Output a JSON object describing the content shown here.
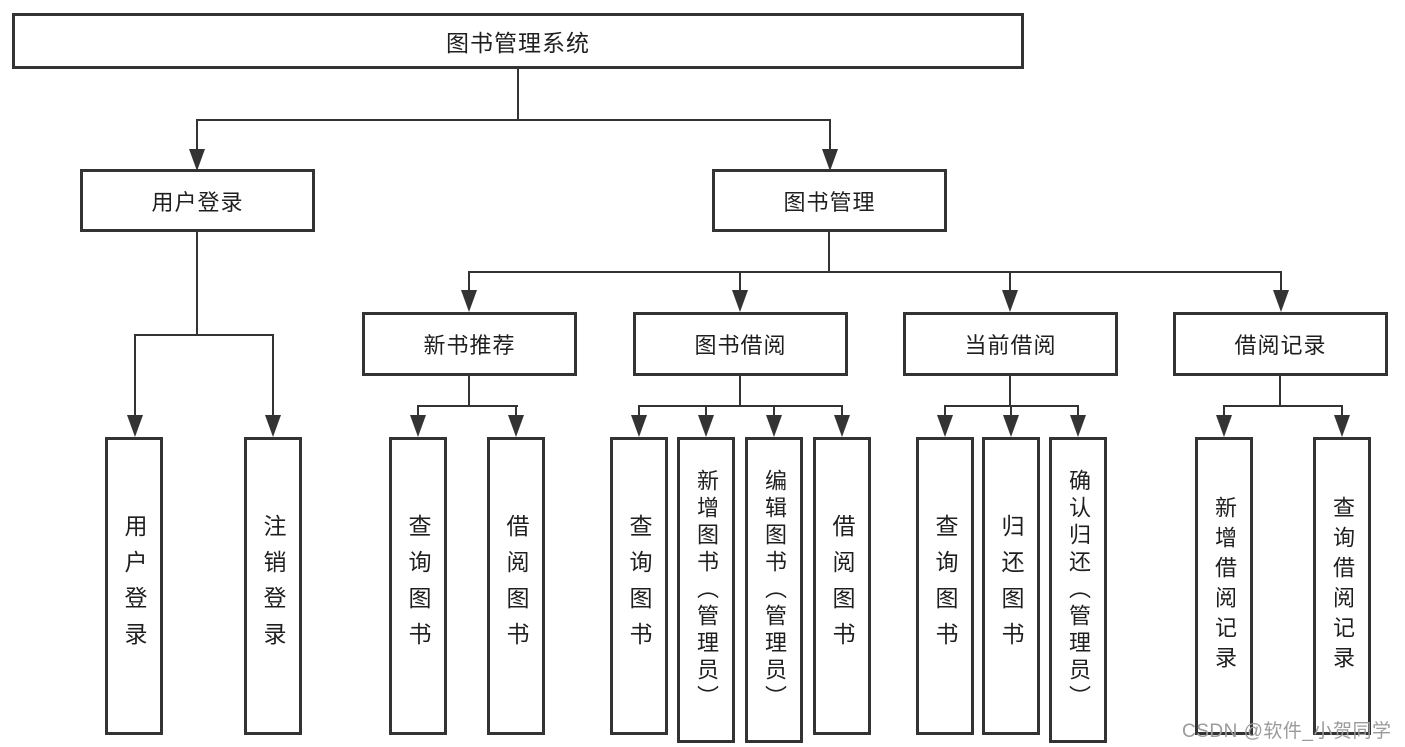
{
  "diagram": {
    "root": {
      "label": "图书管理系统"
    },
    "branches": [
      {
        "label": "用户登录",
        "children": [
          {
            "label": "用户登录"
          },
          {
            "label": "注销登录"
          }
        ]
      },
      {
        "label": "图书管理",
        "children": [
          {
            "label": "新书推荐",
            "children": [
              {
                "label": "查询图书"
              },
              {
                "label": "借阅图书"
              }
            ]
          },
          {
            "label": "图书借阅",
            "children": [
              {
                "label": "查询图书"
              },
              {
                "label": "新增图书（管理员）"
              },
              {
                "label": "编辑图书（管理员）"
              },
              {
                "label": "借阅图书"
              }
            ]
          },
          {
            "label": "当前借阅",
            "children": [
              {
                "label": "查询图书"
              },
              {
                "label": "归还图书"
              },
              {
                "label": "确认归还（管理员）"
              }
            ]
          },
          {
            "label": "借阅记录",
            "children": [
              {
                "label": "新增借阅记录"
              },
              {
                "label": "查询借阅记录"
              }
            ]
          }
        ]
      }
    ],
    "watermark": "CSDN @软件_小贺同学",
    "colors": {
      "line": "#333333",
      "text": "#1f1f1f",
      "watermark": "#9b9b9b"
    }
  }
}
